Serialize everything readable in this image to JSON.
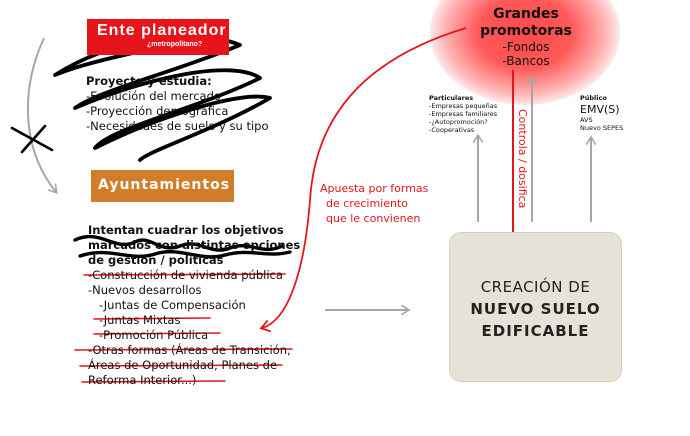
{
  "ente": {
    "title": "Ente planeador",
    "subtitle": "¿metropolitano?",
    "heading": "Proyecta y estudia:",
    "items": [
      "-Evolución del mercado",
      "-Proyección demográfica",
      "-Necesidades de suelo y su tipo"
    ]
  },
  "ayuntamientos": {
    "title": "Ayuntamientos",
    "heading_lines": [
      "Intentan cuadrar los objetivos",
      "marcados con distintas opciones",
      "de gestión / políticas"
    ],
    "items": [
      "-Construcción de vivienda pública",
      "-Nuevos desarrollos",
      "-Juntas de Compensación",
      "-Juntas Mixtas",
      "-Promoción Pública",
      "-Otras formas (Áreas de Transición,",
      "Áreas de Oportunidad, Planes de",
      "Reforma Interior...)"
    ]
  },
  "grandes": {
    "title_lines": [
      "Grandes",
      "promotoras"
    ],
    "items": [
      "-Fondos",
      "-Bancos"
    ]
  },
  "particulares": {
    "title": "Particulares",
    "items": [
      "-Empresas pequeñas",
      "-Empresas familiares",
      "-¿Autopromoción?",
      "-Cooperativas"
    ]
  },
  "publico": {
    "title": "Público",
    "main": "EMV(S)",
    "items": [
      "AVS",
      "Nuevo SEPES"
    ]
  },
  "apuesta": {
    "lines": [
      "Apuesta por formas",
      "de crecimiento",
      "que le convienen"
    ]
  },
  "controla": {
    "label": "Controla / dosifica"
  },
  "creacion": {
    "lines": [
      "CREACIÓN DE",
      "NUEVO SUELO",
      "EDIFICABLE"
    ]
  },
  "colors": {
    "red_box": "#e8141b",
    "orange_box": "#d27d2a",
    "accent_red": "#e5161b",
    "gray_arrow": "#a9a79b",
    "final_box": "#e6e2d8"
  }
}
